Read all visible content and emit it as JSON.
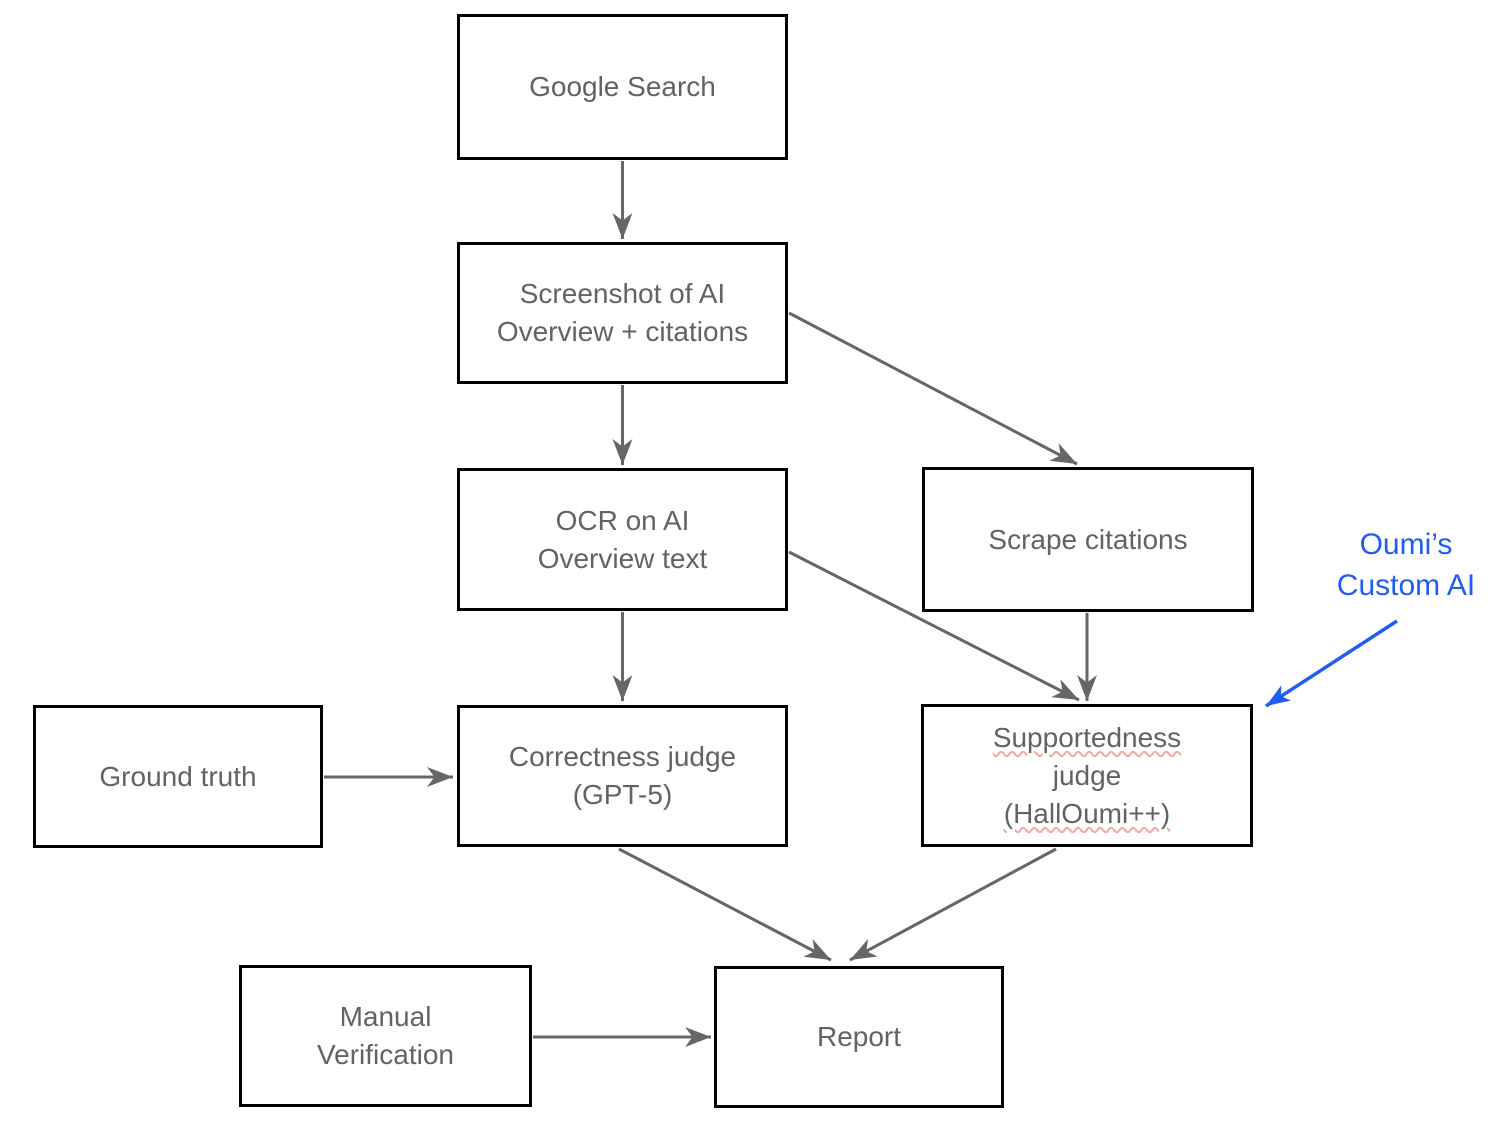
{
  "diagram": {
    "nodes": {
      "google_search": {
        "lines": [
          "Google Search"
        ]
      },
      "screenshot_ai_overview": {
        "lines": [
          "Screenshot of AI",
          "Overview + citations"
        ]
      },
      "ocr_ai_overview": {
        "lines": [
          "OCR on AI",
          "Overview text"
        ]
      },
      "scrape_citations": {
        "lines": [
          "Scrape citations"
        ]
      },
      "ground_truth": {
        "lines": [
          "Ground truth"
        ]
      },
      "correctness_judge": {
        "lines": [
          "Correctness judge",
          "(GPT-5)"
        ]
      },
      "supportedness_judge": {
        "lines": [
          "Supportedness",
          "judge",
          "(HallOumi++)"
        ],
        "spellcheck_flagged_lines": [
          "Supportedness",
          "(HallOumi++)"
        ]
      },
      "manual_verification": {
        "lines": [
          "Manual",
          "Verification"
        ]
      },
      "report": {
        "lines": [
          "Report"
        ]
      }
    },
    "annotation": {
      "lines": [
        "Oumi’s",
        "Custom AI"
      ],
      "points_to": "supportedness_judge"
    },
    "edges": [
      {
        "from": "google_search",
        "to": "screenshot_ai_overview"
      },
      {
        "from": "screenshot_ai_overview",
        "to": "ocr_ai_overview"
      },
      {
        "from": "screenshot_ai_overview",
        "to": "scrape_citations"
      },
      {
        "from": "ocr_ai_overview",
        "to": "correctness_judge"
      },
      {
        "from": "ocr_ai_overview",
        "to": "supportedness_judge"
      },
      {
        "from": "scrape_citations",
        "to": "supportedness_judge"
      },
      {
        "from": "ground_truth",
        "to": "correctness_judge"
      },
      {
        "from": "correctness_judge",
        "to": "report"
      },
      {
        "from": "supportedness_judge",
        "to": "report"
      },
      {
        "from": "manual_verification",
        "to": "report"
      },
      {
        "from": "annotation_oumis_custom_ai",
        "to": "supportedness_judge",
        "style": "blue"
      }
    ],
    "colors": {
      "box_border": "#000000",
      "box_text": "#636363",
      "arrow_gray": "#666666",
      "annotation_blue": "#1e5ef2",
      "spellcheck_underline": "#f2aaa4",
      "background": "#ffffff"
    }
  }
}
